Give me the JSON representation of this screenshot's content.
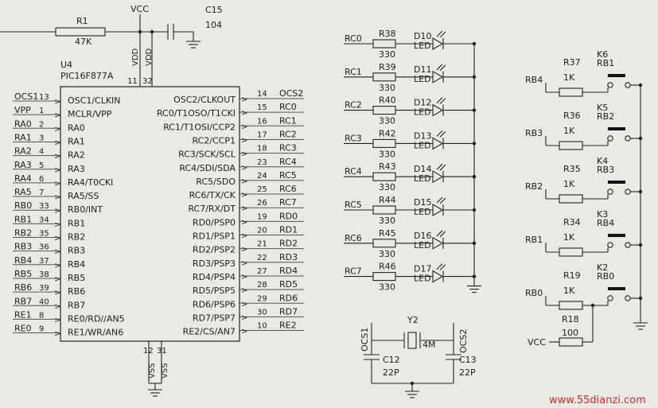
{
  "top": {
    "vcc": "VCC",
    "r1_name": "R1",
    "r1_value": "47K",
    "c15_name": "C15",
    "c15_value": "104"
  },
  "mcu": {
    "ref": "U4",
    "part": "PIC16F877A",
    "vdd_pins": [
      "VDD",
      "VDD"
    ],
    "vdd_nums": [
      "11",
      "32"
    ],
    "vss_pins": [
      "VSS",
      "VSS"
    ],
    "vss_nums": [
      "12",
      "31"
    ],
    "left_pins": [
      {
        "net": "OCS1",
        "num": "13",
        "name": "OSC1/CLKIN"
      },
      {
        "net": "VPP",
        "num": "1",
        "name": "MCLR/VPP"
      },
      {
        "net": "RA0",
        "num": "2",
        "name": "RA0"
      },
      {
        "net": "RA1",
        "num": "3",
        "name": "RA1"
      },
      {
        "net": "RA2",
        "num": "4",
        "name": "RA2"
      },
      {
        "net": "RA3",
        "num": "5",
        "name": "RA3"
      },
      {
        "net": "RA4",
        "num": "6",
        "name": "RA4/T0CKI"
      },
      {
        "net": "RA5",
        "num": "7",
        "name": "RA5/SS"
      },
      {
        "net": "RB0",
        "num": "33",
        "name": "RB0/INT"
      },
      {
        "net": "RB1",
        "num": "34",
        "name": "RB1"
      },
      {
        "net": "RB2",
        "num": "35",
        "name": "RB2"
      },
      {
        "net": "RB3",
        "num": "36",
        "name": "RB3"
      },
      {
        "net": "RB4",
        "num": "37",
        "name": "RB4"
      },
      {
        "net": "RB5",
        "num": "38",
        "name": "RB5"
      },
      {
        "net": "RB6",
        "num": "39",
        "name": "RB6"
      },
      {
        "net": "RB7",
        "num": "40",
        "name": "RB7"
      },
      {
        "net": "RE1",
        "num": "8",
        "name": "RE0/RD//AN5"
      },
      {
        "net": "RE0",
        "num": "9",
        "name": "RE1/WR/AN6"
      }
    ],
    "right_pins": [
      {
        "net": "OCS2",
        "num": "14",
        "name": "OSC2/CLKOUT"
      },
      {
        "net": "RC0",
        "num": "15",
        "name": "RC0/T1OSO/T1CKI"
      },
      {
        "net": "RC1",
        "num": "16",
        "name": "RC1/T1OSI/CCP2"
      },
      {
        "net": "RC2",
        "num": "17",
        "name": "RC2/CCP1"
      },
      {
        "net": "RC3",
        "num": "18",
        "name": "RC3/SCK/SCL"
      },
      {
        "net": "RC4",
        "num": "23",
        "name": "RC4/SDI/SDA"
      },
      {
        "net": "RC5",
        "num": "24",
        "name": "RC5/SDO"
      },
      {
        "net": "RC6",
        "num": "25",
        "name": "RC6/TX/CK"
      },
      {
        "net": "RC7",
        "num": "26",
        "name": "RC7/RX/DT"
      },
      {
        "net": "RD0",
        "num": "19",
        "name": "RD0/PSP0"
      },
      {
        "net": "RD1",
        "num": "20",
        "name": "RD1/PSP1"
      },
      {
        "net": "RD2",
        "num": "21",
        "name": "RD2/PSP2"
      },
      {
        "net": "RD3",
        "num": "22",
        "name": "RD3/PSP3"
      },
      {
        "net": "RD4",
        "num": "27",
        "name": "RD4/PSP4"
      },
      {
        "net": "RD5",
        "num": "28",
        "name": "RD5/PSP5"
      },
      {
        "net": "RD6",
        "num": "29",
        "name": "RD6/PSP6"
      },
      {
        "net": "RD7",
        "num": "30",
        "name": "RD7/PSP7"
      },
      {
        "net": "RE2",
        "num": "10",
        "name": "RE2/CS/AN7"
      }
    ]
  },
  "leds": [
    {
      "net": "RC0",
      "res": "R38",
      "val": "330",
      "led": "D10",
      "type": "LED"
    },
    {
      "net": "RC1",
      "res": "R39",
      "val": "330",
      "led": "D11",
      "type": "LED"
    },
    {
      "net": "RC2",
      "res": "R40",
      "val": "330",
      "led": "D12",
      "type": "LED"
    },
    {
      "net": "RC3",
      "res": "R42",
      "val": "330",
      "led": "D13",
      "type": "LED"
    },
    {
      "net": "RC4",
      "res": "R43",
      "val": "330",
      "led": "D14",
      "type": "LED"
    },
    {
      "net": "RC5",
      "res": "R44",
      "val": "330",
      "led": "D15",
      "type": "LED"
    },
    {
      "net": "RC6",
      "res": "R45",
      "val": "330",
      "led": "D16",
      "type": "LED"
    },
    {
      "net": "RC7",
      "res": "R46",
      "val": "330",
      "led": "D17",
      "type": "LED"
    }
  ],
  "crystal": {
    "ref": "Y2",
    "freq": "4M",
    "left_net": "OCS1",
    "right_net": "OCS2",
    "c1_name": "C12",
    "c1_value": "22P",
    "c2_name": "C13",
    "c2_value": "22P"
  },
  "keys": [
    {
      "net": "RB4",
      "res": "R37",
      "val": "1K",
      "key": "K6",
      "key_label": "RB1"
    },
    {
      "net": "RB3",
      "res": "R36",
      "val": "1K",
      "key": "K5",
      "key_label": "RB2"
    },
    {
      "net": "RB2",
      "res": "R35",
      "val": "1K",
      "key": "K4",
      "key_label": "RB3"
    },
    {
      "net": "RB1",
      "res": "R34",
      "val": "1K",
      "key": "K3",
      "key_label": "RB4"
    },
    {
      "net": "RB0",
      "res": "R19",
      "val": "1K",
      "key": "K2",
      "key_label": "RB0"
    }
  ],
  "pullup": {
    "net": "VCC",
    "res": "R18",
    "val": "100"
  },
  "watermark": "www.55dianzi.com"
}
